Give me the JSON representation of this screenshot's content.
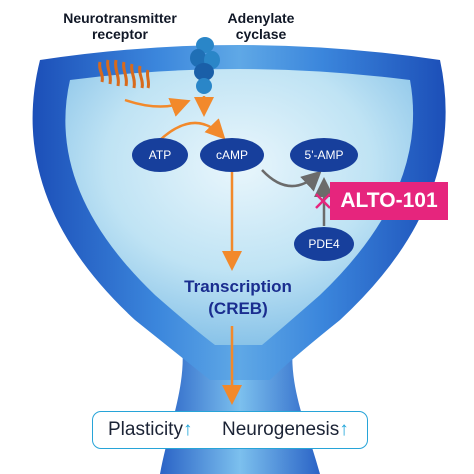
{
  "labels": {
    "neurotransmitter_receptor_line1": "Neurotransmitter",
    "neurotransmitter_receptor_line2": "receptor",
    "adenylate_cyclase_line1": "Adenylate",
    "adenylate_cyclase_line2": "cyclase"
  },
  "nodes": {
    "atp": "ATP",
    "camp": "cAMP",
    "five_amp": "5'-AMP",
    "pde4": "PDE4"
  },
  "drug": {
    "name": "ALTO-101"
  },
  "transcription": {
    "line1": "Transcription",
    "line2": "(CREB)"
  },
  "outcomes": {
    "plasticity": "Plasticity",
    "neurogenesis": "Neurogenesis",
    "up_arrow": "↑"
  },
  "colors": {
    "orange_arrow": "#f2892b",
    "gray_arrow": "#6b6b6b",
    "node_fill": "#173f9c",
    "drug_magenta": "#e6257d",
    "cell_blue": "#2f6fd0",
    "outcome_border": "#27a4d8"
  }
}
